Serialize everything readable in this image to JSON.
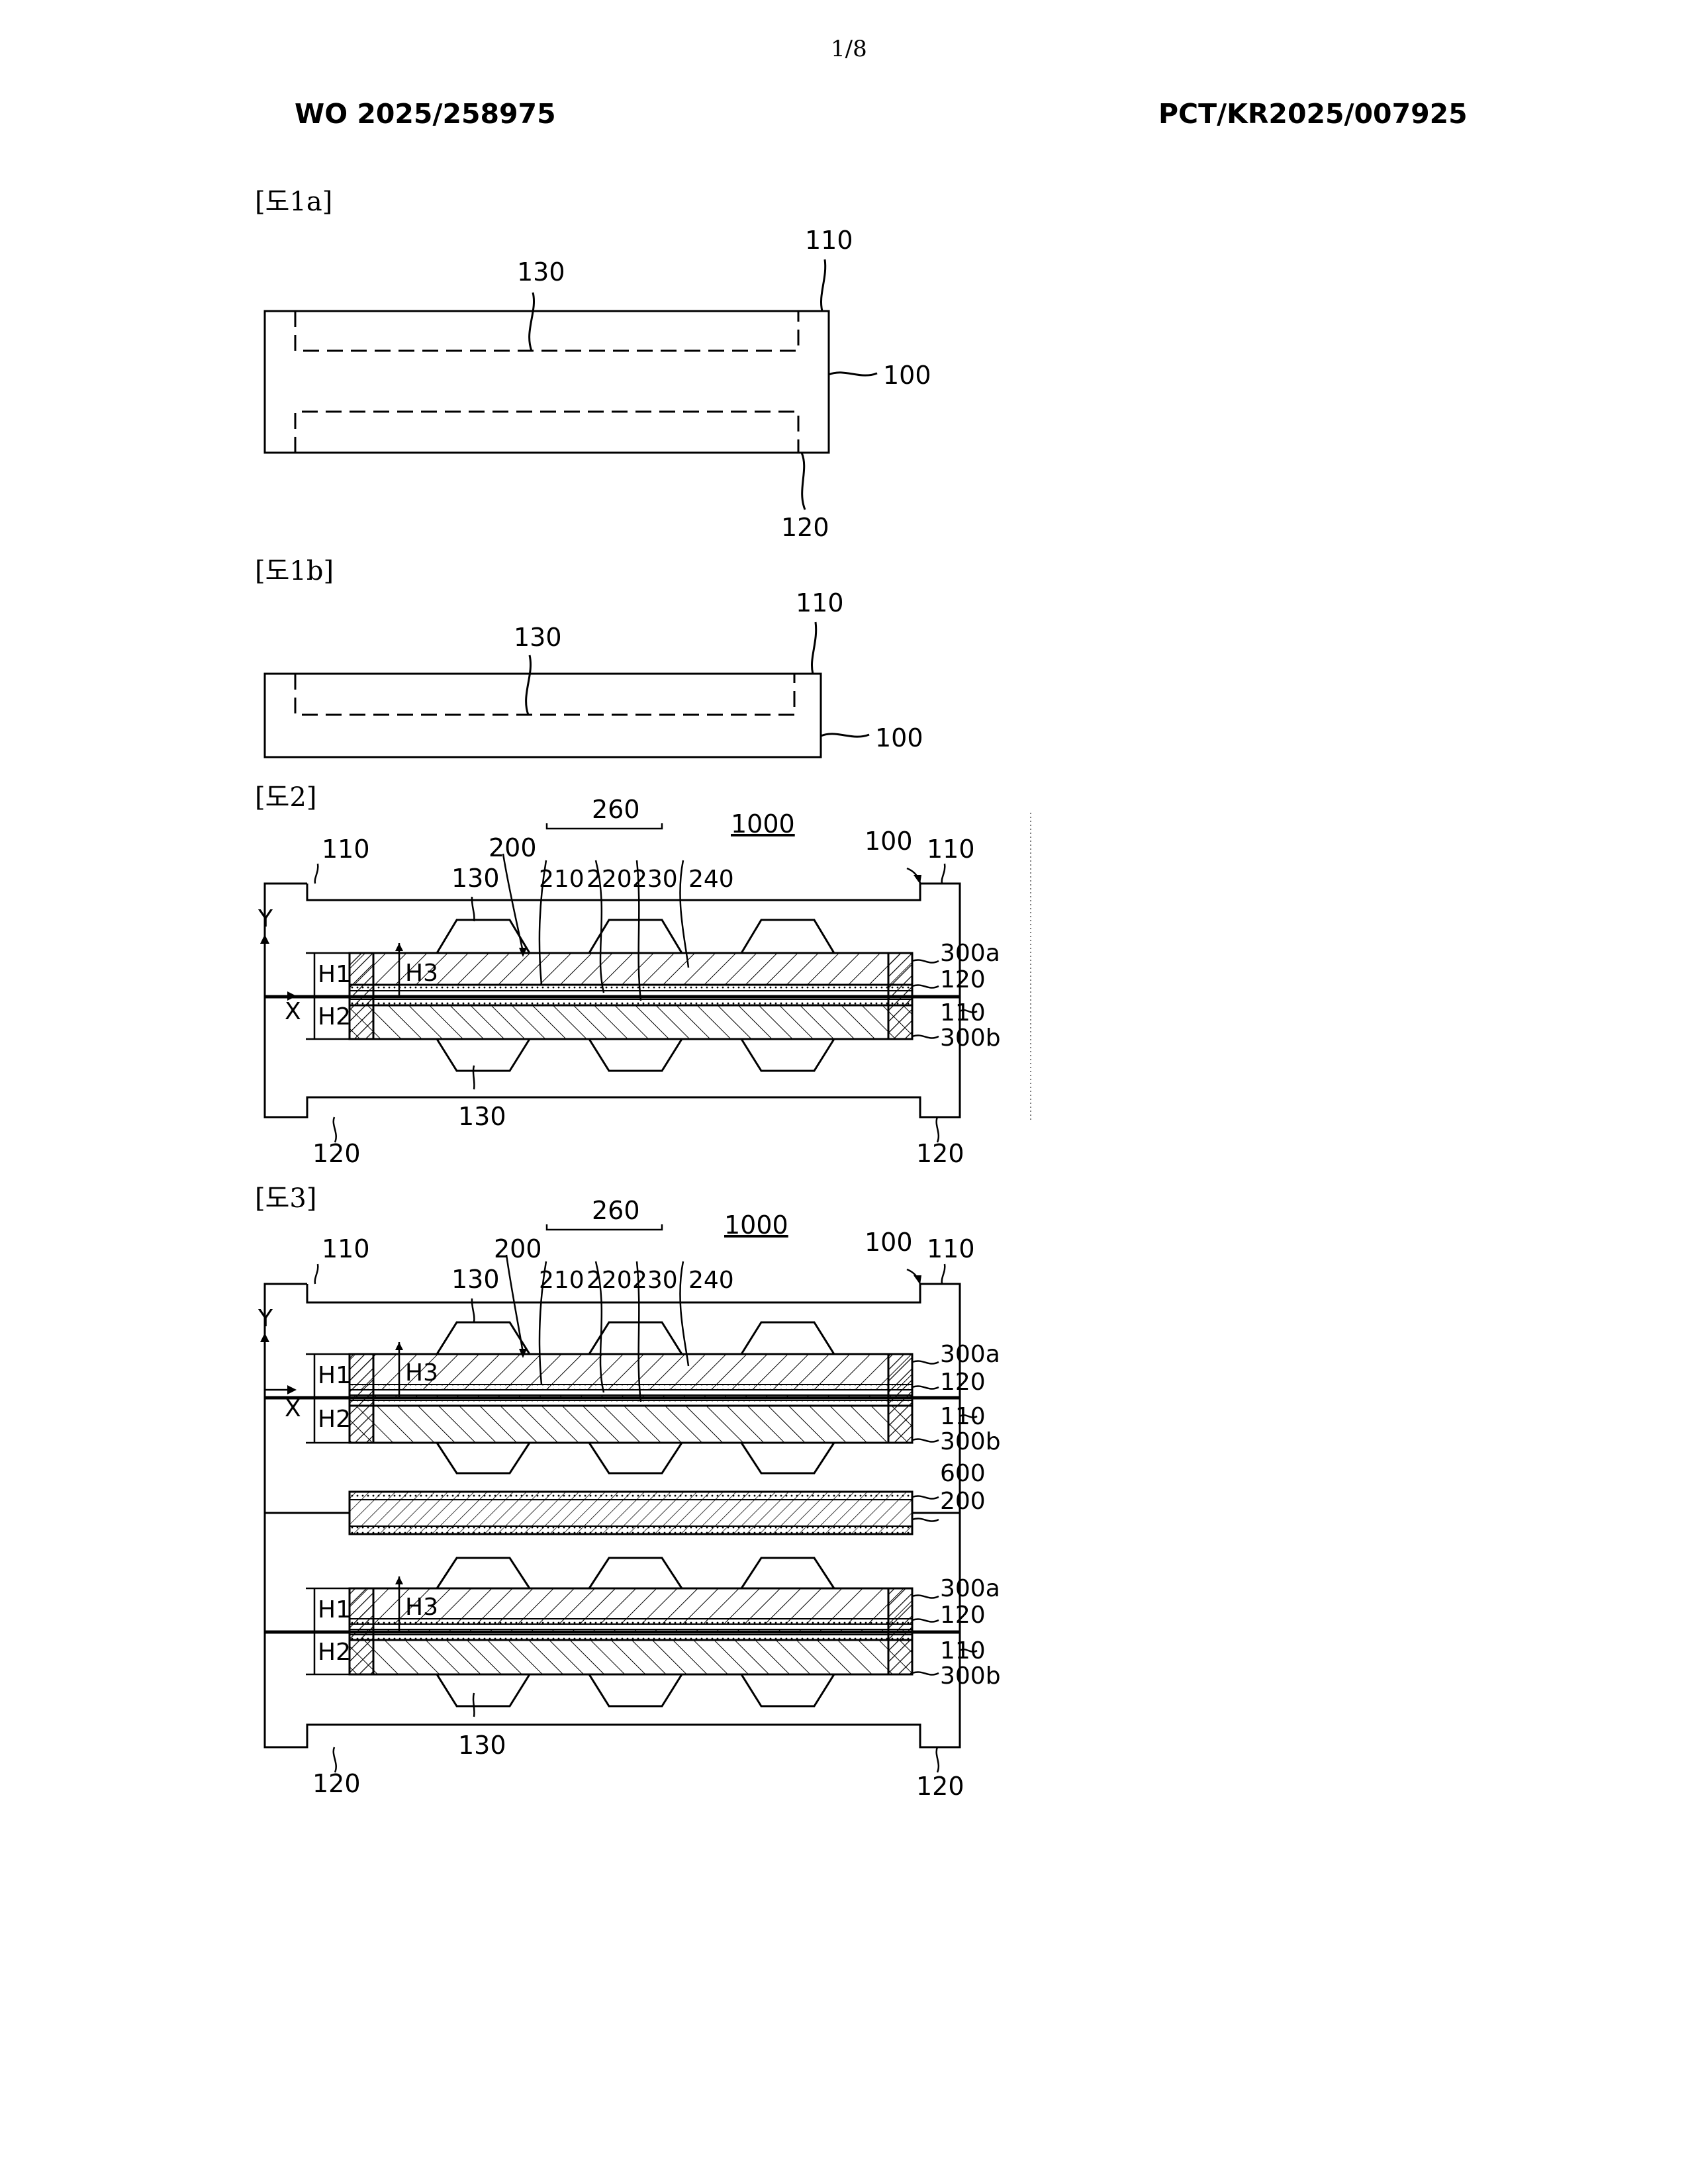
{
  "header": {
    "page_number": "1/8",
    "publication_number": "WO 2025/258975",
    "application_number": "PCT/KR2025/007925"
  },
  "figures": {
    "fig1a": {
      "label": "[도1a]",
      "refs": {
        "r130": "130",
        "r110": "110",
        "r100": "100",
        "r120": "120"
      }
    },
    "fig1b": {
      "label": "[도1b]",
      "refs": {
        "r130": "130",
        "r110": "110",
        "r100": "100"
      }
    },
    "fig2": {
      "label": "[도2]",
      "refs": {
        "r110a": "110",
        "r110b": "110",
        "r200": "200",
        "r260": "260",
        "r1000": "1000",
        "r100": "100",
        "r130a": "130",
        "r210": "210",
        "r220": "220",
        "r230": "230",
        "r240": "240",
        "rY": "Y",
        "rX": "X",
        "rH1": "H1",
        "rH2": "H2",
        "rH3": "H3",
        "r300a": "300a",
        "r120m": "120",
        "r110m": "110",
        "r300b": "300b",
        "r130b": "130",
        "r120a": "120",
        "r120b": "120"
      }
    },
    "fig3": {
      "label": "[도3]",
      "refs": {
        "r110a": "110",
        "r110b": "110",
        "r200": "200",
        "r260": "260",
        "r1000": "1000",
        "r100": "100",
        "r130a": "130",
        "r210": "210",
        "r220": "220",
        "r230": "230",
        "r240": "240",
        "rY": "Y",
        "rX": "X",
        "rH1a": "H1",
        "rH2a": "H2",
        "rH3a": "H3",
        "r300a1": "300a",
        "r120m1": "120",
        "r110m1": "110",
        "r300b1": "300b",
        "r600": "600",
        "r200m": "200",
        "rH1b": "H1",
        "rH2b": "H2",
        "rH3b": "H3",
        "r300a2": "300a",
        "r120m2": "120",
        "r110m2": "110",
        "r300b2": "300b",
        "r130b": "130",
        "r120a": "120",
        "r120b": "120"
      }
    }
  }
}
